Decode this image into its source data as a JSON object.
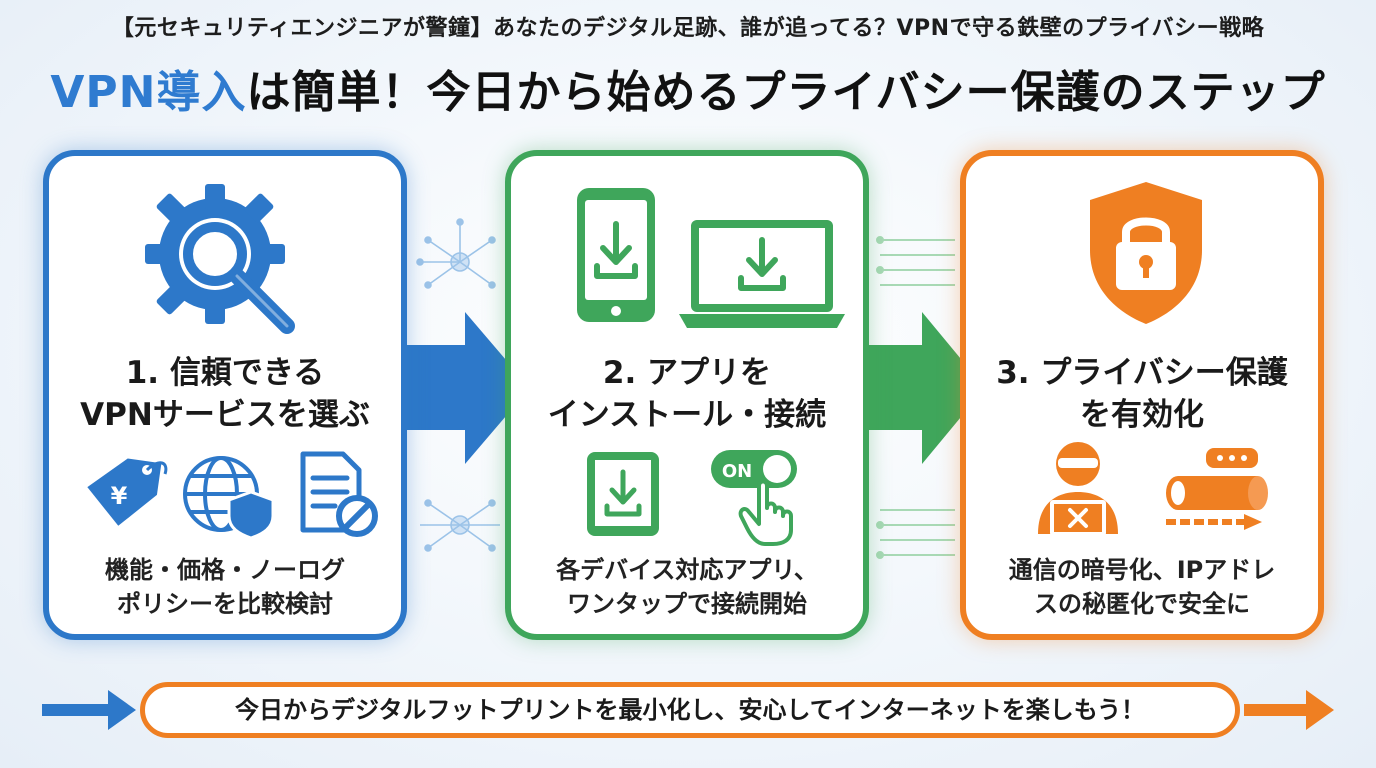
{
  "header": {
    "subtitle": "【元セキュリティエンジニアが警鐘】あなたのデジタル足跡、誰が追ってる？VPNで守る鉄壁のプライバシー戦略",
    "title_highlight": "VPN導入",
    "title_rest": "は簡単！今日から始めるプライバシー保護のステップ"
  },
  "steps": [
    {
      "title_line1": "1. 信頼できる",
      "title_line2": "VPNサービスを選ぶ",
      "desc_line1": "機能・価格・ノーログ",
      "desc_line2": "ポリシーを比較検討",
      "price_tag_symbol": "¥",
      "color": "#2d78c9"
    },
    {
      "title_line1": "2. アプリを",
      "title_line2": "インストール・接続",
      "desc_line1": "各デバイス対応アプリ、",
      "desc_line2": "ワンタップで接続開始",
      "toggle_label": "ON",
      "color": "#3fa65b"
    },
    {
      "title_line1": "3. プライバシー保護",
      "title_line2": "を有効化",
      "desc_line1": "通信の暗号化、IPアドレ",
      "desc_line2": "スの秘匿化で安全に",
      "color": "#ef7f22"
    }
  ],
  "footer": {
    "message": "今日からデジタルフットプリントを最小化し、安心してインターネットを楽しもう！"
  },
  "colors": {
    "blue": "#2d78c9",
    "green": "#3fa65b",
    "orange": "#ef7f22"
  }
}
